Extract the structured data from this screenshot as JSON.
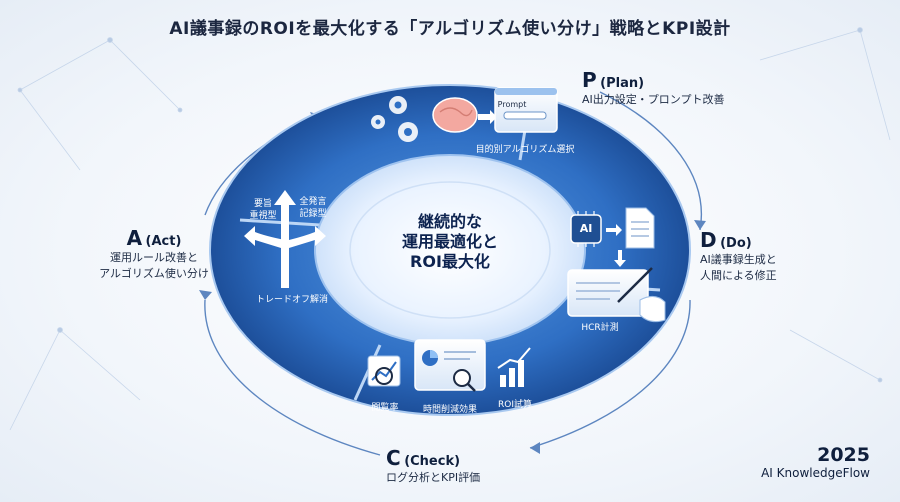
{
  "title": "AI議事録のROIを最大化する「アルゴリズム使い分け」戦略とKPI設計",
  "center": {
    "line1": "継続的な",
    "line2": "運用最適化と",
    "line3": "ROI最大化"
  },
  "plan": {
    "letter": "P",
    "name": "(Plan)",
    "desc": "AI出力設定・プロンプト改善"
  },
  "do": {
    "letter": "D",
    "name": "(Do)",
    "desc1": "AI議事録生成と",
    "desc2": "人間による修正"
  },
  "check": {
    "letter": "C",
    "name": "(Check)",
    "desc": "ログ分析とKPI評価"
  },
  "act": {
    "letter": "A",
    "name": "(Act)",
    "desc1": "運用ルール改善と",
    "desc2": "アルゴリズム使い分け"
  },
  "ring": {
    "prompt": "Prompt",
    "algo_select": "目的別アルゴリズム選択",
    "ai_chip": "AI",
    "hcr": "HCR計測",
    "view_rate": "閲覧率",
    "time_saving": "時間削減効果",
    "roi_calc": "ROI試算",
    "tradeoff": "トレードオフ解消",
    "summary": "要旨",
    "summary_type": "重視型",
    "full": "全発言",
    "full_type": "記録型"
  },
  "footer": {
    "year": "2025",
    "brand": "AI KnowledgeFlow"
  },
  "colors": {
    "ring_dark": "#1d4f9a",
    "ring_mid": "#2f6fc4",
    "ring_light": "#5a9ae0",
    "accent": "#3b82f6",
    "title": "#1c2740"
  }
}
